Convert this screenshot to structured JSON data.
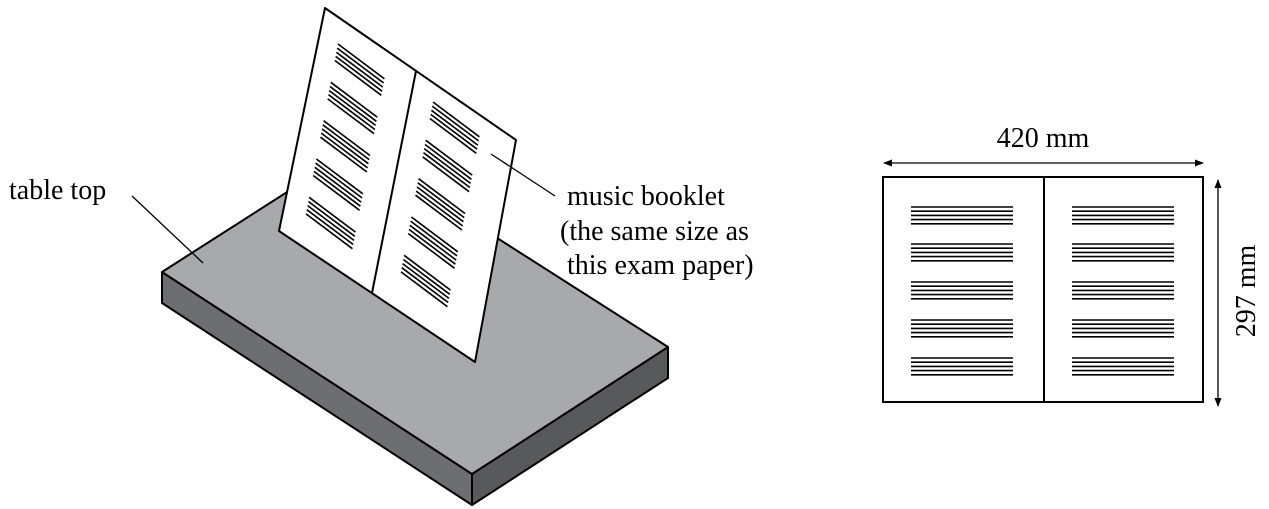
{
  "labels": {
    "table_top": "table top",
    "booklet_line1": "music booklet",
    "booklet_line2": "(the same size as",
    "booklet_line3": "this exam paper)"
  },
  "dimensions": {
    "width_label": "420 mm",
    "height_label": "297 mm"
  },
  "colors": {
    "table_top": "#a7a9ac",
    "table_front": "#6d6e71",
    "table_side": "#58595b",
    "stroke": "#000000",
    "paper": "#ffffff"
  }
}
